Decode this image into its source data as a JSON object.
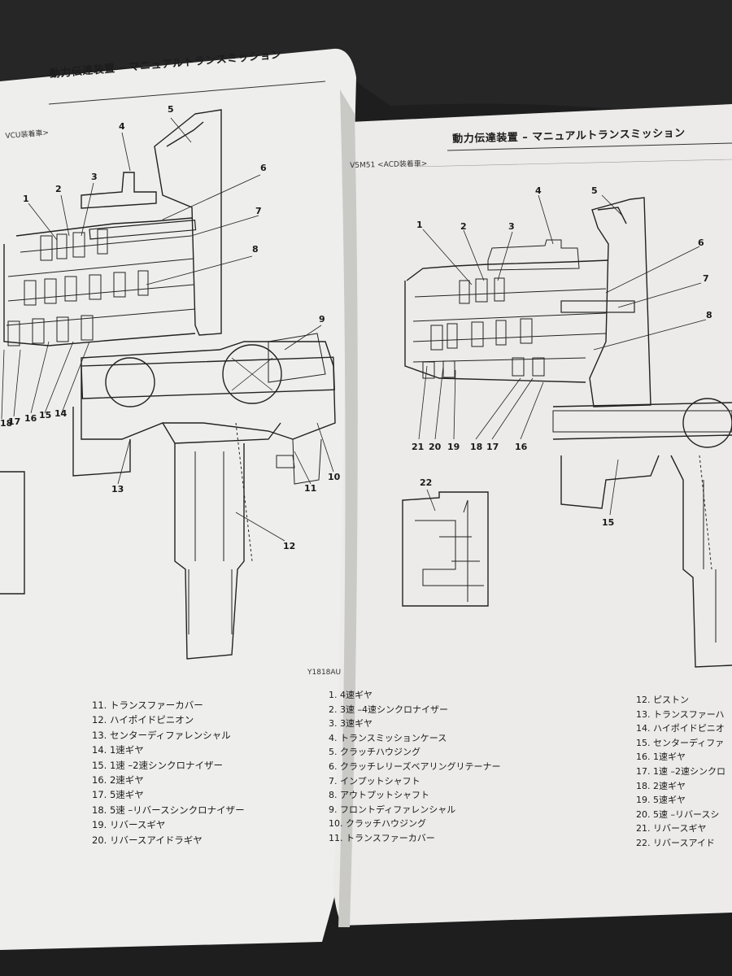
{
  "left_page": {
    "header": "動力伝達装置 – マニュアルトランスミッション",
    "subtitle": "VCU装着車>",
    "figure_code": "Y1818AU",
    "callouts": [
      "1",
      "2",
      "3",
      "4",
      "5",
      "6",
      "7",
      "8",
      "9",
      "10",
      "11",
      "12",
      "13",
      "14",
      "15",
      "16",
      "17",
      "18"
    ],
    "legend": [
      "11. トランスファーカバー",
      "12. ハイポイドピニオン",
      "13. センターディファレンシャル",
      "14. 1速ギヤ",
      "15. 1速 –2速シンクロナイザー",
      "16. 2速ギヤ",
      "17. 5速ギヤ",
      "18. 5速 –リバースシンクロナイザー",
      "19. リバースギヤ",
      "20. リバースアイドラギヤ"
    ]
  },
  "right_page": {
    "header": "動力伝達装置 – マニュアルトランスミッション",
    "subtitle": "V5M51 <ACD装着車>",
    "callouts": [
      "1",
      "2",
      "3",
      "4",
      "5",
      "6",
      "7",
      "8",
      "15",
      "16",
      "17",
      "18",
      "19",
      "20",
      "21",
      "22"
    ],
    "legend_col1": [
      "1. 4速ギヤ",
      "2. 3速 –4速シンクロナイザー",
      "3. 3速ギヤ",
      "4. トランスミッションケース",
      "5. クラッチハウジング",
      "6. クラッチレリーズベアリングリテーナー",
      "7. インプットシャフト",
      "8. アウトプットシャフト",
      "9. フロントディファレンシャル",
      "10. クラッチハウジング",
      "11. トランスファーカバー"
    ],
    "legend_col2": [
      "12. ピストン",
      "13. トランスファーハ",
      "14. ハイポイドピニオ",
      "15. センターディファ",
      "16. 1速ギヤ",
      "17. 1速 –2速シンクロ",
      "18. 2速ギヤ",
      "19. 5速ギヤ",
      "20. 5速 –リバースシ",
      "21. リバースギヤ",
      "22. リバースアイド"
    ]
  }
}
